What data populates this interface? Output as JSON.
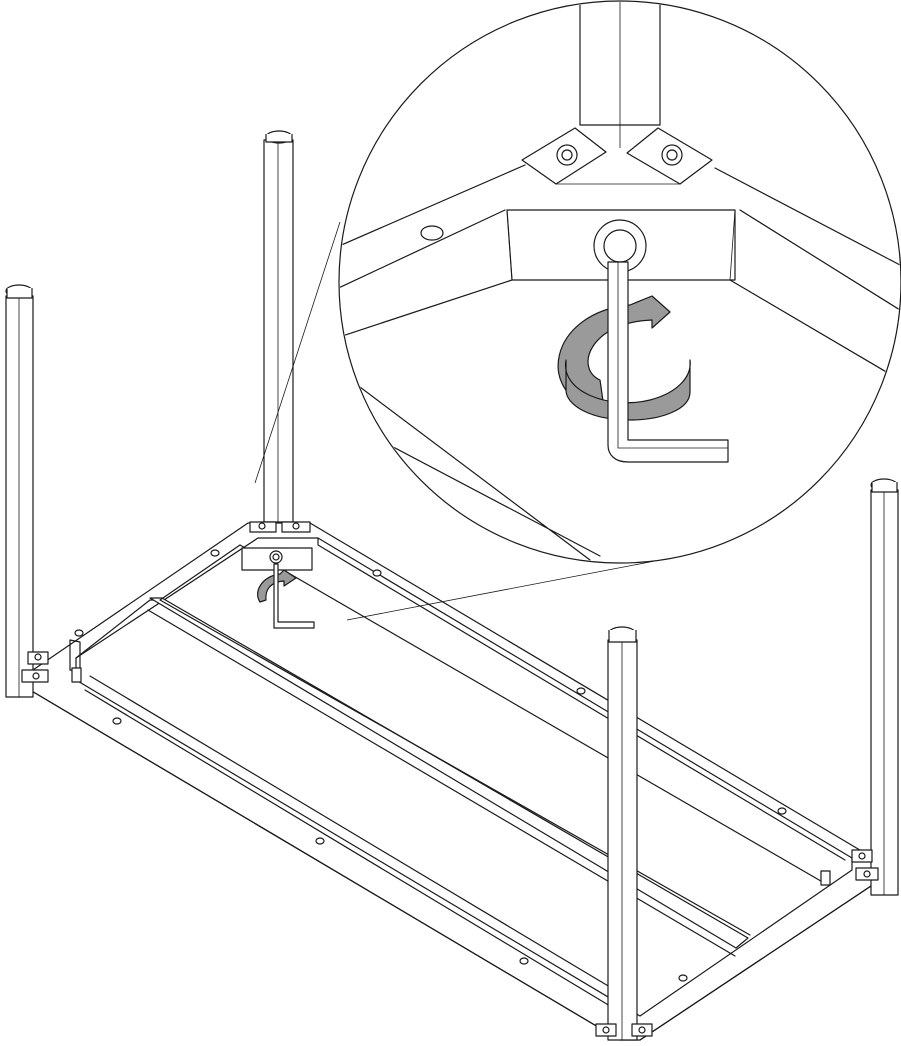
{
  "figure": {
    "icons": {
      "frame": "table-frame-underside",
      "leg": "square-tube-leg",
      "detail": "magnifier-circle",
      "tool": "hex-key-icon",
      "rotation": "clockwise-rotation-arrow-icon"
    },
    "colors": {
      "line": "#1a1a1a",
      "arrow_fill": "#9a9a9a",
      "background": "#ffffff"
    }
  }
}
